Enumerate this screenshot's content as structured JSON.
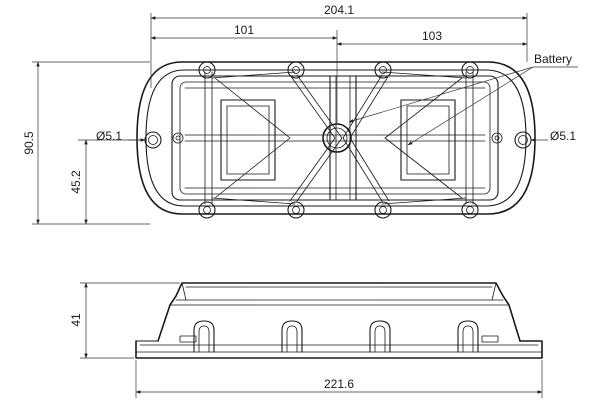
{
  "dimensions": {
    "overall_width": "204.1",
    "left_to_center": "101",
    "center_to_right": "103",
    "height": "90.5",
    "half_height": "45.2",
    "hole_left": "Ø5.1",
    "hole_right": "Ø5.1",
    "side_height": "41",
    "side_width": "221.6"
  },
  "callouts": {
    "battery": "Battery"
  },
  "colors": {
    "line": "#1a1a1a",
    "background": "#ffffff"
  }
}
